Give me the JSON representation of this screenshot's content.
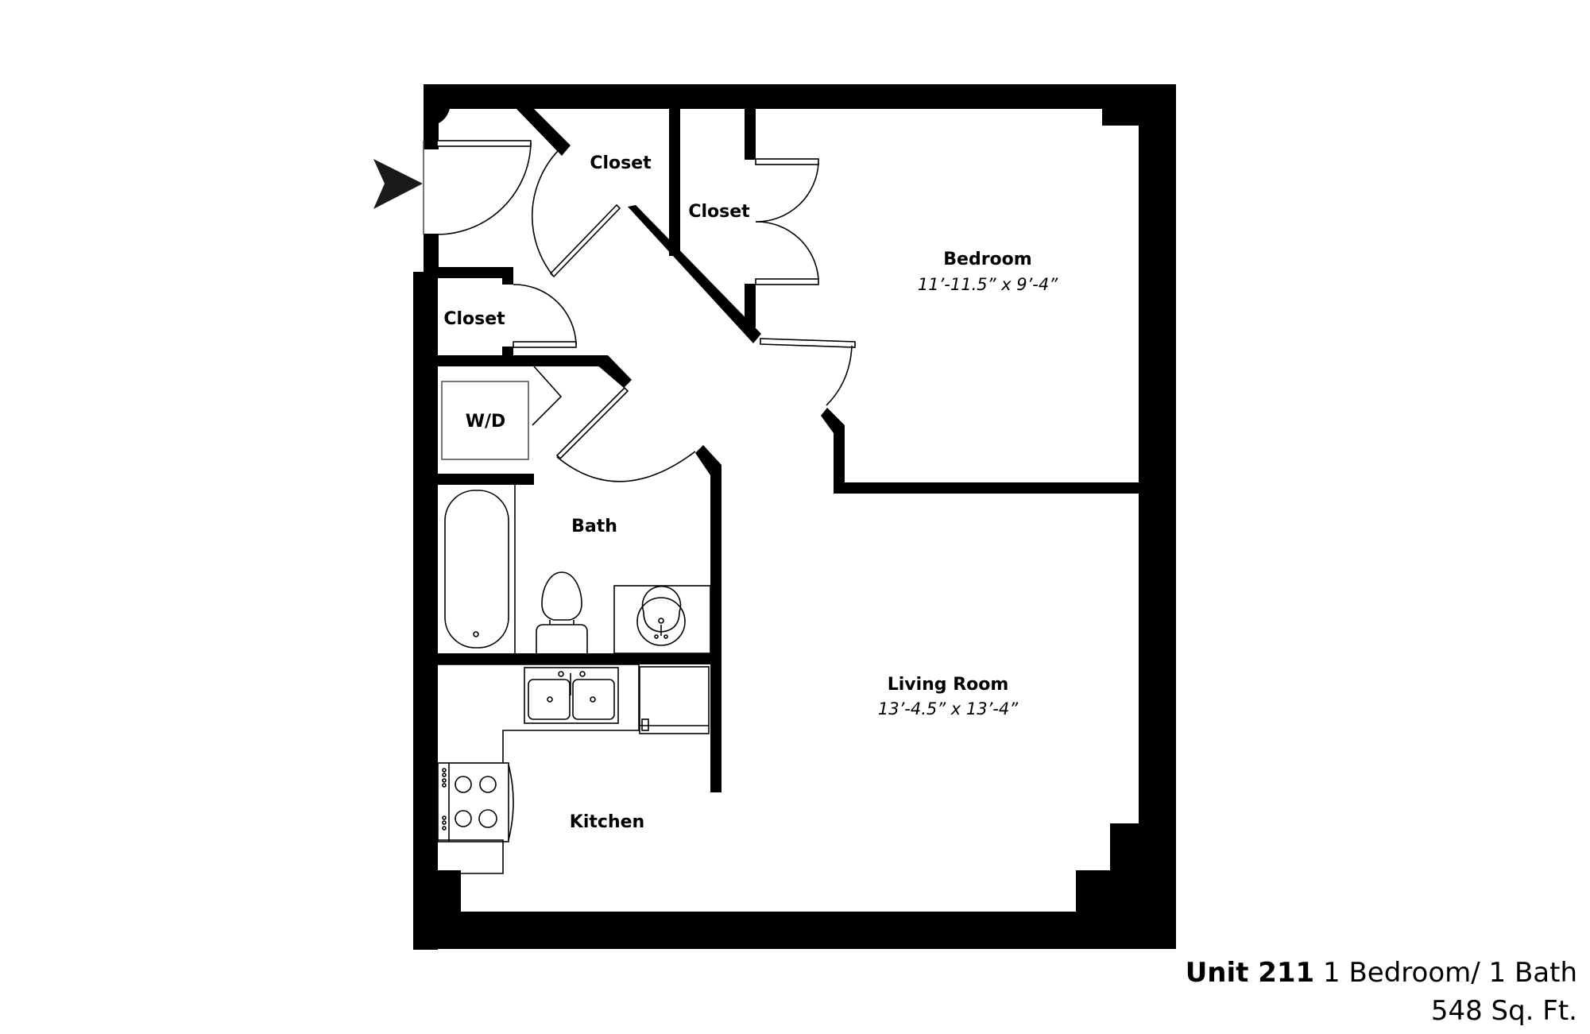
{
  "floorplan": {
    "entry_marker": "entry-arrow",
    "rooms": {
      "closet_entry": {
        "label": "Closet"
      },
      "closet_bedroom": {
        "label": "Closet"
      },
      "closet_hall": {
        "label": "Closet"
      },
      "laundry": {
        "label": "W/D"
      },
      "bedroom": {
        "label": "Bedroom",
        "dimensions": "11’-11.5” x  9’-4”"
      },
      "bath": {
        "label": "Bath"
      },
      "living_room": {
        "label": "Living Room",
        "dimensions": "13’-4.5” x  13’-4”"
      },
      "kitchen": {
        "label": "Kitchen"
      }
    }
  },
  "caption": {
    "unit": "Unit 211",
    "type": " 1 Bedroom/ 1 Bath",
    "area": "548 Sq. Ft."
  }
}
